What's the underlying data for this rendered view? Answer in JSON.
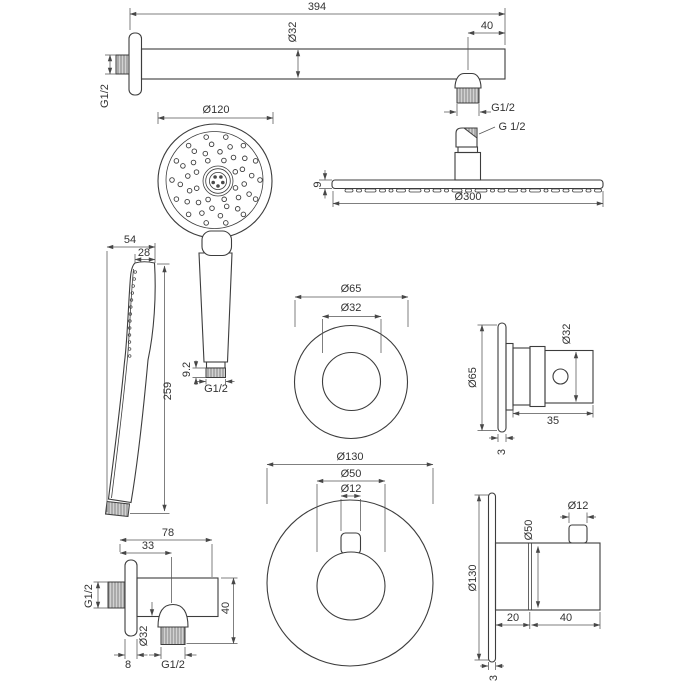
{
  "figures": {
    "shower_arm": {
      "length": "394",
      "tube_diameter": "Ø32",
      "end_offset": "40",
      "wall_thread": "G1/2",
      "outlet_thread": "G1/2"
    },
    "head_shower": {
      "connect_thread": "G 1/2",
      "plate_thickness": "9",
      "plate_diameter": "Ø300"
    },
    "hand_shower_front": {
      "head_diameter": "Ø120",
      "thread_length": "9.2",
      "thread": "G1/2"
    },
    "hand_shower_side": {
      "depth": "54",
      "head_thickness": "28",
      "length": "259"
    },
    "wall_outlet": {
      "width": "78",
      "outlet_offset": "33",
      "wall_thread": "G1/2",
      "boss_diameter": "Ø32",
      "flange_thickness": "8",
      "outlet_thread": "G1/2",
      "height": "40"
    },
    "valve_trim_small_front": {
      "flange_diameter": "Ø65",
      "knob_diameter": "Ø32"
    },
    "valve_trim_small_side": {
      "flange_diameter": "Ø65",
      "body_diameter": "Ø32",
      "depth": "35",
      "flange_thickness": "3"
    },
    "valve_trim_large_front": {
      "flange_diameter": "Ø130",
      "knob_diameter": "Ø50",
      "lever_diameter": "Ø12"
    },
    "valve_trim_large_side": {
      "flange_diameter": "Ø130",
      "knob_diameter": "Ø50",
      "lever_diameter": "Ø12",
      "base_depth": "20",
      "knob_depth": "40",
      "flange_thickness": "3"
    }
  }
}
